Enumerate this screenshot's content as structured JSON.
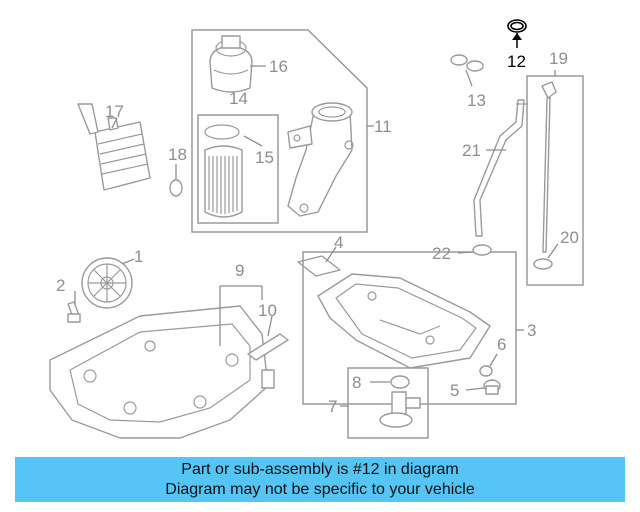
{
  "callouts": {
    "c1": "1",
    "c2": "2",
    "c3": "3",
    "c4": "4",
    "c5": "5",
    "c6": "6",
    "c7": "7",
    "c8": "8",
    "c9": "9",
    "c10": "10",
    "c11": "11",
    "c12": "12",
    "c13": "13",
    "c14": "14",
    "c15": "15",
    "c16": "16",
    "c17": "17",
    "c18": "18",
    "c19": "19",
    "c20": "20",
    "c21": "21",
    "c22": "22"
  },
  "highlighted_part": "12",
  "colors": {
    "banner": "#55c5f5",
    "line": "#9a9a9a",
    "highlight": "#000000"
  },
  "banner": {
    "line1": "Part or sub-assembly is #12 in diagram",
    "line2": "Diagram may not be specific to your vehicle"
  }
}
